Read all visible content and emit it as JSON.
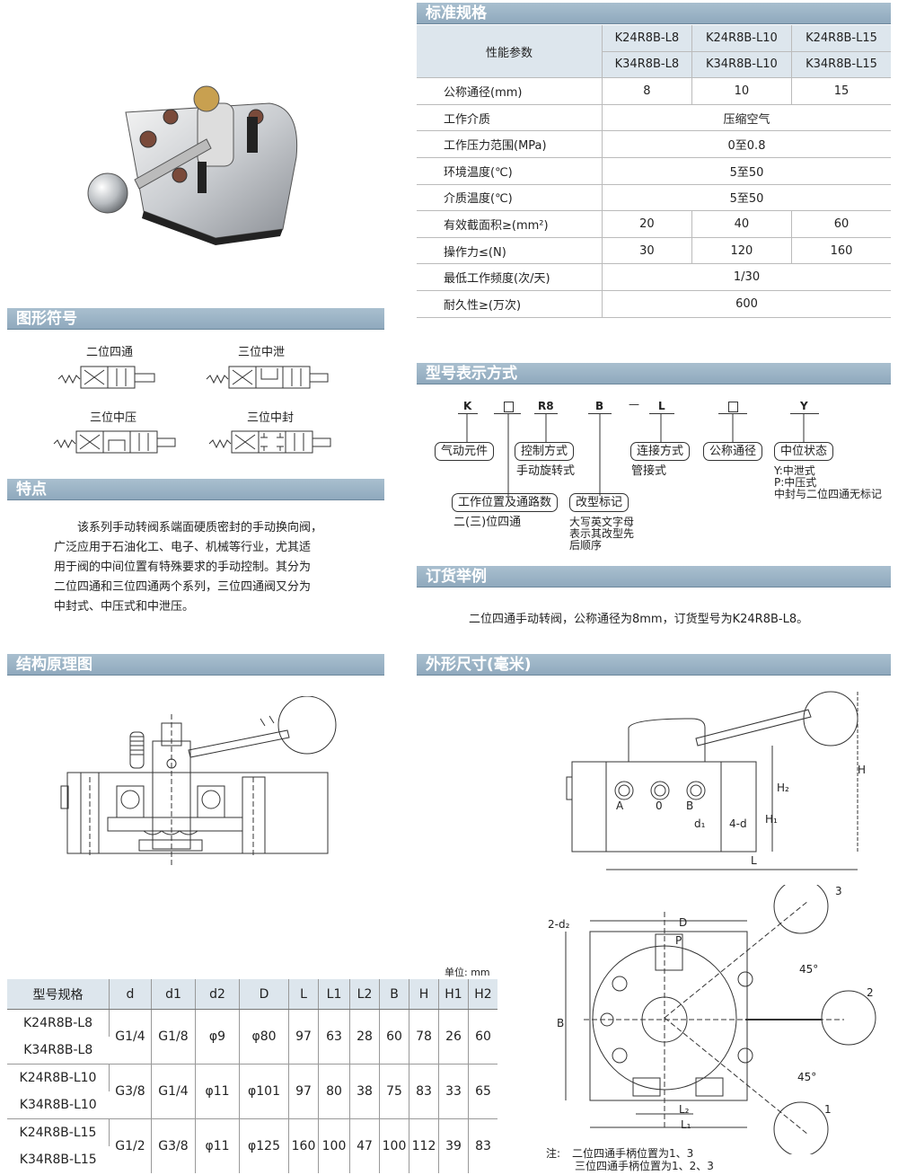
{
  "sections": {
    "spec": "标准规格",
    "symbols": "图形符号",
    "features": "特点",
    "model": "型号表示方式",
    "order": "订货举例",
    "structure": "结构原理图",
    "outline": "外形尺寸(毫米)"
  },
  "spec_table": {
    "param_header": "性能参数",
    "models_row1": [
      "K24R8B-L8",
      "K24R8B-L10",
      "K24R8B-L15"
    ],
    "models_row2": [
      "K34R8B-L8",
      "K34R8B-L10",
      "K34R8B-L15"
    ],
    "rows": [
      {
        "label": "公称通径(mm)",
        "values": [
          "8",
          "10",
          "15"
        ]
      },
      {
        "label": "工作介质",
        "merged": "压缩空气"
      },
      {
        "label": "工作压力范围(MPa)",
        "merged": "0至0.8"
      },
      {
        "label": "环境温度(℃)",
        "merged": "5至50"
      },
      {
        "label": "介质温度(℃)",
        "merged": "5至50"
      },
      {
        "label": "有效截面积≥(mm²)",
        "values": [
          "20",
          "40",
          "60"
        ]
      },
      {
        "label": "操作力≤(N)",
        "values": [
          "30",
          "120",
          "160"
        ]
      },
      {
        "label": "最低工作频度(次/天)",
        "merged": "1/30"
      },
      {
        "label": "耐久性≥(万次)",
        "merged": "600"
      }
    ]
  },
  "symbols": [
    "二位四通",
    "三位中泄",
    "三位中压",
    "三位中封"
  ],
  "features_text": [
    "该系列手动转阀系端面硬质密封的手动换向阀，",
    "广泛应用于石油化工、电子、机械等行业，尤其适",
    "用于阀的中间位置有特殊要求的手动控制。其分为",
    "二位四通和三位四通两个系列，三位四通阀又分为",
    "中封式、中压式和中泄压。"
  ],
  "model_code": {
    "codes": [
      "K",
      "R8",
      "B",
      "L",
      "Y"
    ],
    "dash": "—",
    "boxes": [
      "气动元件",
      "控制方式",
      "连接方式",
      "公称通径",
      "中位状态",
      "工作位置及通路数",
      "改型标记"
    ],
    "notes": {
      "control": "手动旋转式",
      "connection": "管接式",
      "position": "二(三)位四通",
      "mid": [
        "Y:中泄式",
        "P:中压式",
        "中封与二位四通无标记"
      ],
      "revision": [
        "大写英文字母",
        "表示其改型先",
        "后顺序"
      ]
    }
  },
  "order_text": "二位四通手动转阀，公称通径为8mm，订货型号为K24R8B-L8。",
  "unit": "单位: mm",
  "dim_table": {
    "headers": [
      "型号规格",
      "d",
      "d1",
      "d2",
      "D",
      "L",
      "L1",
      "L2",
      "B",
      "H",
      "H1",
      "H2"
    ],
    "rows": [
      {
        "models": [
          "K24R8B-L8",
          "K34R8B-L8"
        ],
        "values": [
          "G1/4",
          "G1/8",
          "φ9",
          "φ80",
          "97",
          "63",
          "28",
          "60",
          "78",
          "26",
          "60"
        ]
      },
      {
        "models": [
          "K24R8B-L10",
          "K34R8B-L10"
        ],
        "values": [
          "G3/8",
          "G1/4",
          "φ11",
          "φ101",
          "97",
          "80",
          "38",
          "75",
          "83",
          "33",
          "65"
        ]
      },
      {
        "models": [
          "K24R8B-L15",
          "K34R8B-L15"
        ],
        "values": [
          "G1/2",
          "G3/8",
          "φ11",
          "φ125",
          "160",
          "100",
          "47",
          "100",
          "112",
          "39",
          "83"
        ]
      }
    ]
  },
  "drawing_labels": {
    "A": "A",
    "O": "0",
    "B": "B",
    "d1": "d₁",
    "four_d": "4-d",
    "L": "L",
    "H": "H",
    "H1": "H₁",
    "H2": "H₂",
    "two_d2": "2-d₂",
    "D": "D",
    "P": "P",
    "Bside": "B",
    "L1": "L₁",
    "L2": "L₂",
    "angle1": "45°",
    "angle2": "45°",
    "pos1": "1",
    "pos2": "2",
    "pos3": "3",
    "note_label": "注:",
    "note1": "二位四通手柄位置为1、3",
    "note2": "三位四通手柄位置为1、2、3"
  }
}
